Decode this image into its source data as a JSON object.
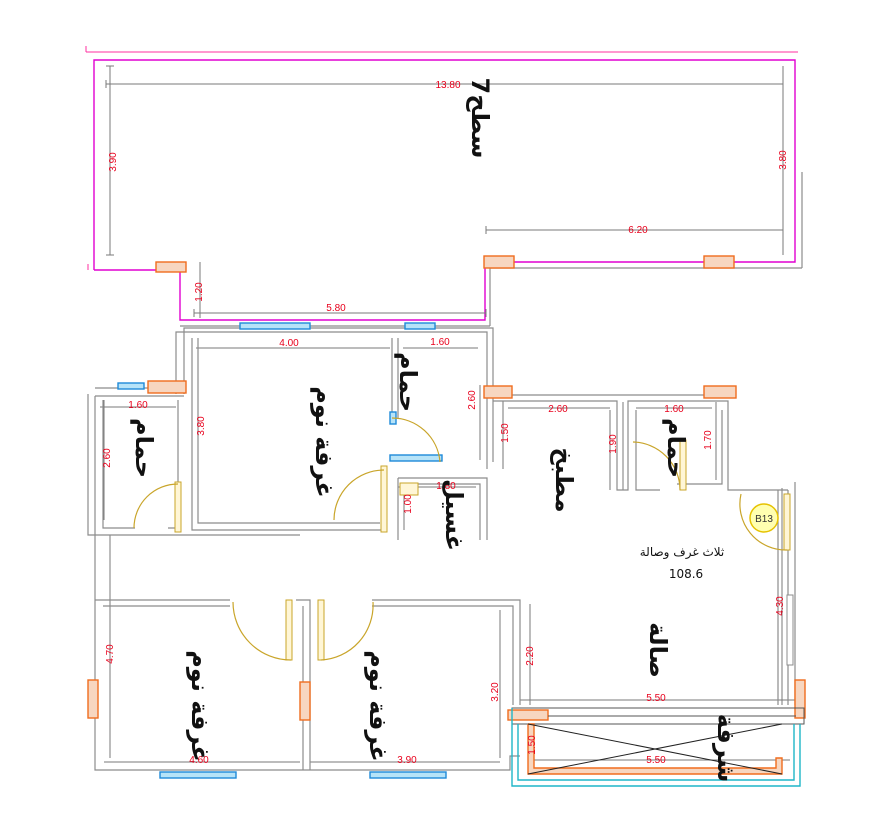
{
  "dimensions": {
    "roof_width": "13.80",
    "roof_left_h": "3.90",
    "roof_right_h": "3.80",
    "roof_lower_w": "6.20",
    "stair_h": "1.20",
    "roof_mid_w": "5.80",
    "bed1_w": "4.00",
    "bath1_w": "1.60",
    "bed1_h": "3.80",
    "bath1_h": "2.60",
    "bath2_w": "1.60",
    "bath2_h": "2.60",
    "laundry_w": "1.80",
    "laundry_h": "1.00",
    "kitchen_w": "2.60",
    "kitchen_h": "1.50",
    "bath3_w": "1.60",
    "bath3_h1": "1.90",
    "bath3_h2": "1.70",
    "hall_h": "4.30",
    "hall_w": "5.50",
    "corr_h": "2.20",
    "bed3_h": "3.20",
    "left_h": "4.70",
    "bed2_w": "4.60",
    "bed3_w": "3.90",
    "balcony_w": "5.50",
    "balcony_h": "1.50"
  },
  "rooms": {
    "roof": "سطح7",
    "bedroom_top": "غرفة نوم",
    "bath_top": "حمام",
    "bath_left": "حمام",
    "bath_right": "حمام",
    "laundry": "غسيل",
    "kitchen": "مطبخ",
    "hall": "صالة",
    "bedroom_bl": "غرفة نوم",
    "bedroom_bm": "غرفة نوم",
    "balcony": "شرفة"
  },
  "apartment_info": {
    "type": "ثلاث غرف وصالة",
    "area": "108.6",
    "stair_tag": "B13"
  },
  "colors": {
    "dimension_text": "#e8001c",
    "roof_outline": "#e000d0",
    "column": "#f06d1e",
    "window": "#1e8ad8",
    "door_swing": "#c9a52a",
    "balcony_rail": "#1fb6c8"
  }
}
